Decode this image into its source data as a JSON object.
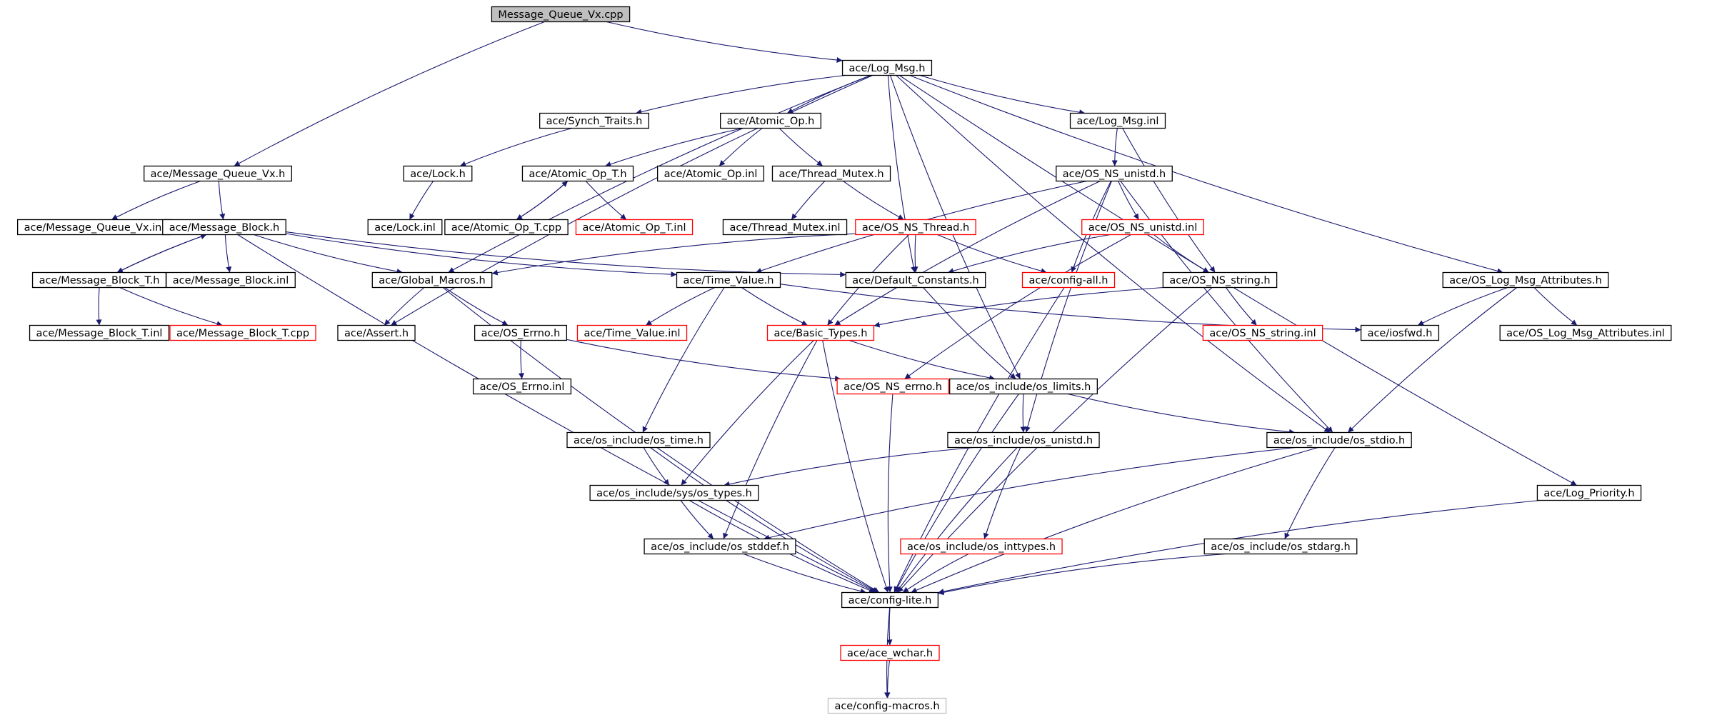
{
  "graph": {
    "edge_color": "#191970",
    "arrowhead": "filled",
    "nodes": [
      {
        "id": "n0",
        "label": "Message_Queue_Vx.cpp",
        "style": "root"
      },
      {
        "id": "n1",
        "label": "ace/Log_Msg.h",
        "style": "normal"
      },
      {
        "id": "n2",
        "label": "ace/Synch_Traits.h",
        "style": "normal"
      },
      {
        "id": "n3",
        "label": "ace/Atomic_Op.h",
        "style": "normal"
      },
      {
        "id": "n4",
        "label": "ace/Log_Msg.inl",
        "style": "normal"
      },
      {
        "id": "n5",
        "label": "ace/Message_Queue_Vx.h",
        "style": "normal"
      },
      {
        "id": "n6",
        "label": "ace/Lock.h",
        "style": "normal"
      },
      {
        "id": "n7",
        "label": "ace/Atomic_Op_T.h",
        "style": "normal"
      },
      {
        "id": "n8",
        "label": "ace/Atomic_Op.inl",
        "style": "normal"
      },
      {
        "id": "n9",
        "label": "ace/Thread_Mutex.h",
        "style": "normal"
      },
      {
        "id": "n10",
        "label": "ace/OS_NS_unistd.h",
        "style": "normal"
      },
      {
        "id": "n11",
        "label": "ace/Message_Queue_Vx.inl",
        "style": "normal"
      },
      {
        "id": "n12",
        "label": "ace/Message_Block.h",
        "style": "normal"
      },
      {
        "id": "n13",
        "label": "ace/Lock.inl",
        "style": "normal"
      },
      {
        "id": "n14",
        "label": "ace/Atomic_Op_T.cpp",
        "style": "normal"
      },
      {
        "id": "n15",
        "label": "ace/Atomic_Op_T.inl",
        "style": "missing"
      },
      {
        "id": "n16",
        "label": "ace/Thread_Mutex.inl",
        "style": "normal"
      },
      {
        "id": "n17",
        "label": "ace/OS_NS_Thread.h",
        "style": "missing"
      },
      {
        "id": "n18",
        "label": "ace/OS_NS_unistd.inl",
        "style": "missing"
      },
      {
        "id": "n19",
        "label": "ace/Message_Block_T.h",
        "style": "normal"
      },
      {
        "id": "n20",
        "label": "ace/Message_Block.inl",
        "style": "normal"
      },
      {
        "id": "n21",
        "label": "ace/Global_Macros.h",
        "style": "normal"
      },
      {
        "id": "n22",
        "label": "ace/Time_Value.h",
        "style": "normal"
      },
      {
        "id": "n23",
        "label": "ace/Default_Constants.h",
        "style": "normal"
      },
      {
        "id": "n24",
        "label": "ace/config-all.h",
        "style": "missing"
      },
      {
        "id": "n25",
        "label": "ace/OS_NS_string.h",
        "style": "normal"
      },
      {
        "id": "n26",
        "label": "ace/OS_Log_Msg_Attributes.h",
        "style": "normal"
      },
      {
        "id": "n27",
        "label": "ace/Message_Block_T.inl",
        "style": "normal"
      },
      {
        "id": "n28",
        "label": "ace/Message_Block_T.cpp",
        "style": "missing"
      },
      {
        "id": "n29",
        "label": "ace/Assert.h",
        "style": "normal"
      },
      {
        "id": "n30",
        "label": "ace/OS_Errno.h",
        "style": "normal"
      },
      {
        "id": "n31",
        "label": "ace/Time_Value.inl",
        "style": "missing"
      },
      {
        "id": "n32",
        "label": "ace/Basic_Types.h",
        "style": "missing"
      },
      {
        "id": "n33",
        "label": "ace/OS_NS_string.inl",
        "style": "missing"
      },
      {
        "id": "n34",
        "label": "ace/iosfwd.h",
        "style": "normal"
      },
      {
        "id": "n35",
        "label": "ace/OS_Log_Msg_Attributes.inl",
        "style": "normal"
      },
      {
        "id": "n36",
        "label": "ace/OS_Errno.inl",
        "style": "normal"
      },
      {
        "id": "n37",
        "label": "ace/OS_NS_errno.h",
        "style": "missing"
      },
      {
        "id": "n38",
        "label": "ace/os_include/os_limits.h",
        "style": "normal"
      },
      {
        "id": "n39",
        "label": "ace/os_include/os_time.h",
        "style": "normal"
      },
      {
        "id": "n40",
        "label": "ace/os_include/os_unistd.h",
        "style": "normal"
      },
      {
        "id": "n41",
        "label": "ace/os_include/os_stdio.h",
        "style": "normal"
      },
      {
        "id": "n42",
        "label": "ace/os_include/sys/os_types.h",
        "style": "normal"
      },
      {
        "id": "n43",
        "label": "ace/Log_Priority.h",
        "style": "normal"
      },
      {
        "id": "n44",
        "label": "ace/os_include/os_stddef.h",
        "style": "normal"
      },
      {
        "id": "n45",
        "label": "ace/os_include/os_inttypes.h",
        "style": "missing"
      },
      {
        "id": "n46",
        "label": "ace/os_include/os_stdarg.h",
        "style": "normal"
      },
      {
        "id": "n47",
        "label": "ace/config-lite.h",
        "style": "normal"
      },
      {
        "id": "n48",
        "label": "ace/ace_wchar.h",
        "style": "missing"
      },
      {
        "id": "n49",
        "label": "ace/config-macros.h",
        "style": "faded"
      }
    ],
    "edges": [
      [
        "n0",
        "n1"
      ],
      [
        "n0",
        "n5"
      ],
      [
        "n1",
        "n2"
      ],
      [
        "n1",
        "n3"
      ],
      [
        "n1",
        "n4"
      ],
      [
        "n1",
        "n21"
      ],
      [
        "n1",
        "n23"
      ],
      [
        "n1",
        "n29"
      ],
      [
        "n1",
        "n26"
      ],
      [
        "n1",
        "n43"
      ],
      [
        "n1",
        "n38"
      ],
      [
        "n1",
        "n41"
      ],
      [
        "n2",
        "n6"
      ],
      [
        "n3",
        "n7"
      ],
      [
        "n3",
        "n8"
      ],
      [
        "n3",
        "n9"
      ],
      [
        "n4",
        "n10"
      ],
      [
        "n4",
        "n25"
      ],
      [
        "n5",
        "n11"
      ],
      [
        "n5",
        "n12"
      ],
      [
        "n6",
        "n13"
      ],
      [
        "n7",
        "n14"
      ],
      [
        "n7",
        "n15"
      ],
      [
        "n14",
        "n7"
      ],
      [
        "n9",
        "n16"
      ],
      [
        "n9",
        "n17"
      ],
      [
        "n10",
        "n18"
      ],
      [
        "n10",
        "n22"
      ],
      [
        "n10",
        "n24"
      ],
      [
        "n10",
        "n32"
      ],
      [
        "n10",
        "n40"
      ],
      [
        "n10",
        "n41"
      ],
      [
        "n12",
        "n19"
      ],
      [
        "n12",
        "n20"
      ],
      [
        "n12",
        "n21"
      ],
      [
        "n12",
        "n22"
      ],
      [
        "n12",
        "n23"
      ],
      [
        "n12",
        "n47"
      ],
      [
        "n19",
        "n12"
      ],
      [
        "n19",
        "n27"
      ],
      [
        "n19",
        "n28"
      ],
      [
        "n17",
        "n21"
      ],
      [
        "n17",
        "n23"
      ],
      [
        "n17",
        "n24"
      ],
      [
        "n17",
        "n32"
      ],
      [
        "n18",
        "n23"
      ],
      [
        "n18",
        "n25"
      ],
      [
        "n18",
        "n37"
      ],
      [
        "n21",
        "n29"
      ],
      [
        "n21",
        "n30"
      ],
      [
        "n21",
        "n47"
      ],
      [
        "n22",
        "n31"
      ],
      [
        "n22",
        "n32"
      ],
      [
        "n22",
        "n34"
      ],
      [
        "n22",
        "n39"
      ],
      [
        "n23",
        "n38"
      ],
      [
        "n24",
        "n47"
      ],
      [
        "n25",
        "n32"
      ],
      [
        "n25",
        "n33"
      ],
      [
        "n25",
        "n47"
      ],
      [
        "n26",
        "n34"
      ],
      [
        "n26",
        "n35"
      ],
      [
        "n26",
        "n41"
      ],
      [
        "n30",
        "n36"
      ],
      [
        "n30",
        "n37"
      ],
      [
        "n32",
        "n38"
      ],
      [
        "n32",
        "n42"
      ],
      [
        "n32",
        "n44"
      ],
      [
        "n32",
        "n47"
      ],
      [
        "n37",
        "n47"
      ],
      [
        "n38",
        "n40"
      ],
      [
        "n38",
        "n41"
      ],
      [
        "n38",
        "n47"
      ],
      [
        "n39",
        "n42"
      ],
      [
        "n39",
        "n47"
      ],
      [
        "n40",
        "n42"
      ],
      [
        "n40",
        "n45"
      ],
      [
        "n40",
        "n47"
      ],
      [
        "n41",
        "n44"
      ],
      [
        "n41",
        "n46"
      ],
      [
        "n41",
        "n47"
      ],
      [
        "n42",
        "n44"
      ],
      [
        "n42",
        "n47"
      ],
      [
        "n43",
        "n47"
      ],
      [
        "n44",
        "n47"
      ],
      [
        "n45",
        "n47"
      ],
      [
        "n46",
        "n47"
      ],
      [
        "n47",
        "n48"
      ],
      [
        "n47",
        "n49"
      ],
      [
        "n48",
        "n49"
      ]
    ]
  }
}
